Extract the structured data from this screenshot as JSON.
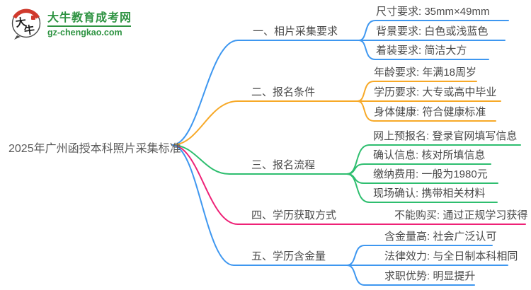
{
  "logo": {
    "icon": "daniu-bubble-icon",
    "icon_text_top": "大",
    "icon_text_bottom": "牛",
    "title": "大牛教育成考网",
    "domain": "gz-chengkao.com",
    "brand_color": "#2e9342",
    "accent_red": "#d03a2d"
  },
  "center": {
    "title": "2025年广州函授本科照片采集标准"
  },
  "mindmap": {
    "branches": [
      {
        "label": "一、相片采集要求",
        "color": "#3e97f0",
        "leaves": [
          "尺寸要求: 35mm×49mm",
          "背景要求: 白色或浅蓝色",
          "着装要求: 简洁大方"
        ]
      },
      {
        "label": "二、报名条件",
        "color": "#f7a928",
        "leaves": [
          "年龄要求: 年满18周岁",
          "学历要求: 大专或高中毕业",
          "身体健康: 符合健康标准"
        ]
      },
      {
        "label": "三、报名流程",
        "color": "#2ebe6f",
        "leaves": [
          "网上预报名: 登录官网填写信息",
          "确认信息: 核对所填信息",
          "缴纳费用: 一般为1980元",
          "现场确认: 携带相关材料"
        ]
      },
      {
        "label": "四、学历获取方式",
        "color": "#ee2277",
        "leaves": [
          "不能购买: 通过正规学习获得"
        ]
      },
      {
        "label": "五、学历含金量",
        "color": "#3e97f0",
        "leaves": [
          "含金量高: 社会广泛认可",
          "法律效力: 与全日制本科相同",
          "求职优势: 明显提升"
        ]
      }
    ]
  }
}
